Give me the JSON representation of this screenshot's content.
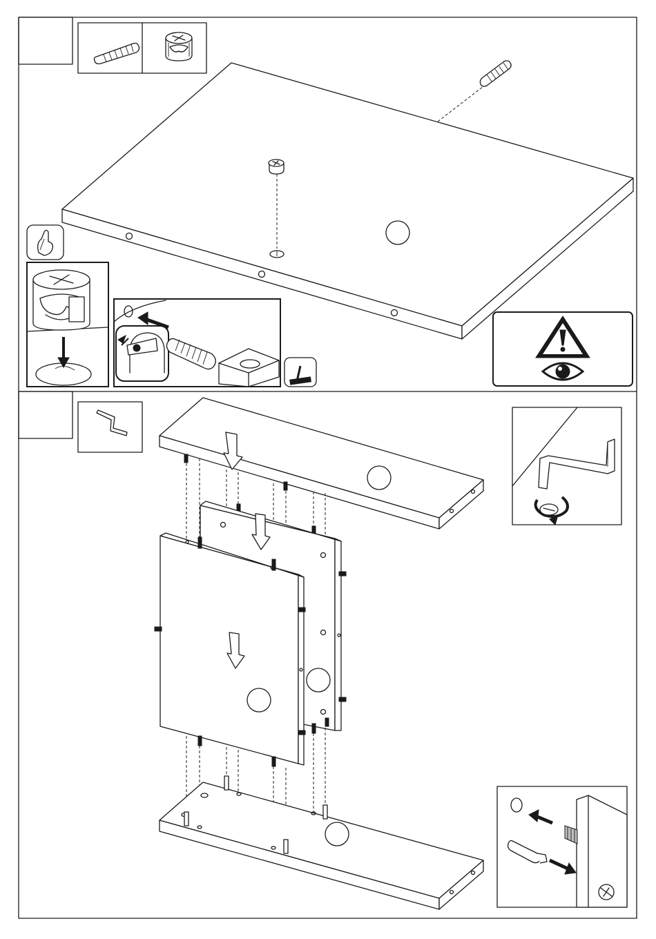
{
  "page": {
    "title": ""
  },
  "steps": [
    {
      "number": "",
      "parts": [
        "wooden-dowel",
        "cam-lock"
      ],
      "callouts": [
        ""
      ]
    },
    {
      "number": "",
      "tools": [
        "allen-key"
      ],
      "callouts": [
        "",
        "",
        "",
        ""
      ]
    }
  ],
  "icons": {
    "tip": "hand-pointing-icon",
    "hammer": "hammer-icon",
    "warning": "warning-triangle-icon",
    "eye": "eye-icon",
    "goggles": "safety-goggles-icon"
  }
}
